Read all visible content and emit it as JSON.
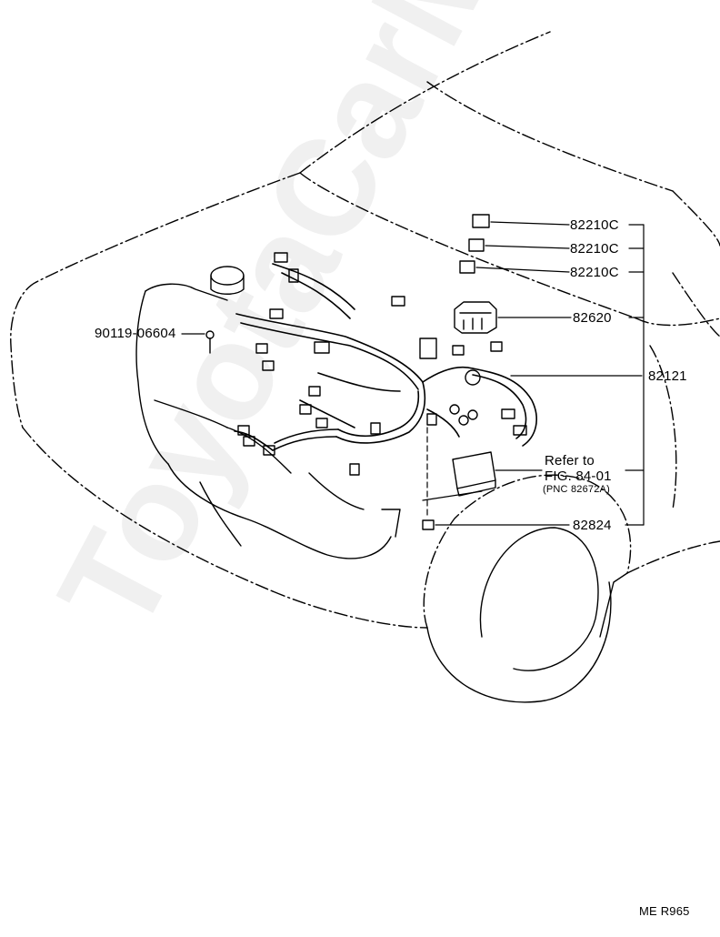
{
  "watermark": "ToyotaCarMine.ru",
  "callouts": {
    "relay_1": "82210C",
    "relay_2": "82210C",
    "relay_3": "82210C",
    "relay_block": "82620",
    "bolt": "90119-06604",
    "engine_wire": "82121",
    "refer_line1": "Refer to",
    "refer_line2": "FIG. 84-01",
    "refer_line3": "(PNC 82672A)",
    "clamp": "82824"
  },
  "footer_code": "ME  R965"
}
